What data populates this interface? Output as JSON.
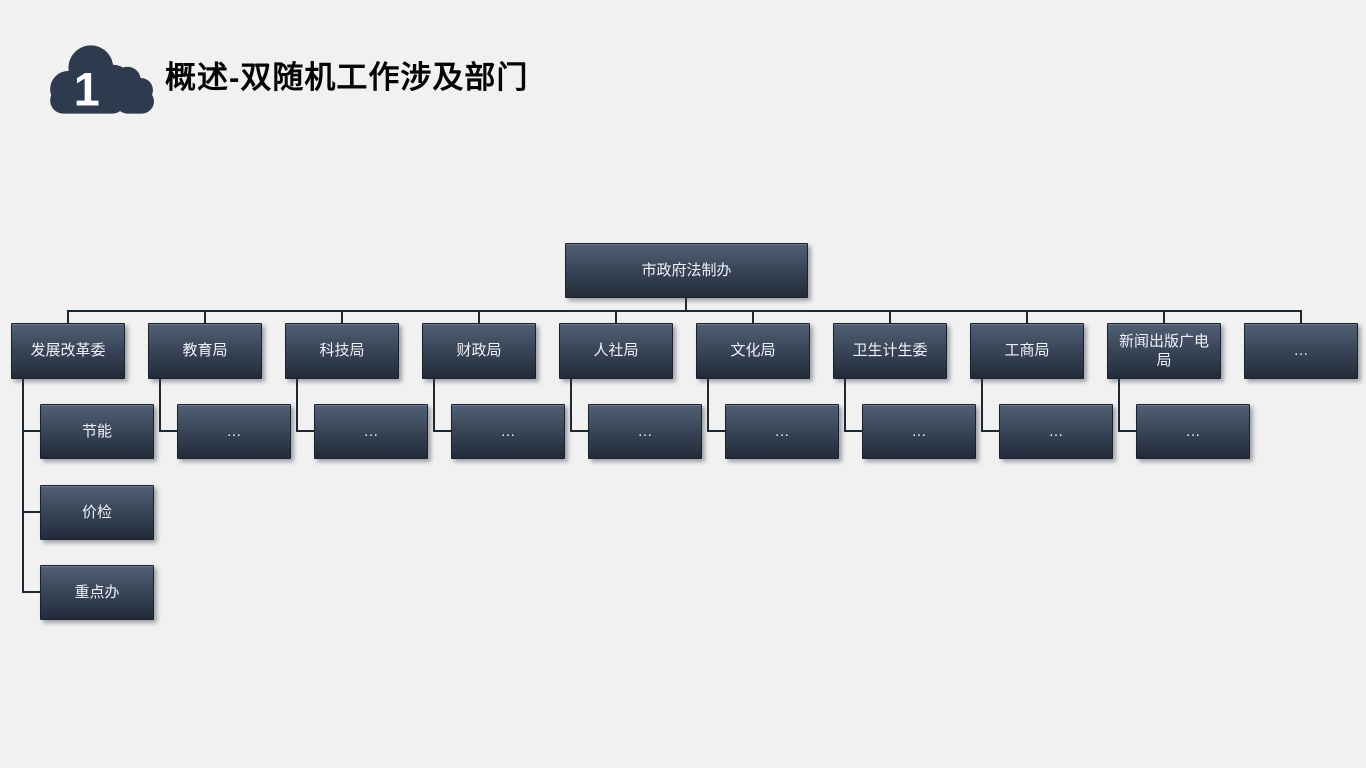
{
  "header": {
    "badge_number": "1",
    "title": "概述-双随机工作涉及部门"
  },
  "org_chart": {
    "root": {
      "label": "市政府法制办"
    },
    "departments": [
      {
        "label": "发展改革委",
        "children": [
          "节能",
          "价检",
          "重点办"
        ]
      },
      {
        "label": "教育局",
        "children": [
          "…"
        ]
      },
      {
        "label": "科技局",
        "children": [
          "…"
        ]
      },
      {
        "label": "财政局",
        "children": [
          "…"
        ]
      },
      {
        "label": "人社局",
        "children": [
          "…"
        ]
      },
      {
        "label": "文化局",
        "children": [
          "…"
        ]
      },
      {
        "label": "卫生计生委",
        "children": [
          "…"
        ]
      },
      {
        "label": "工商局",
        "children": [
          "…"
        ]
      },
      {
        "label": "新闻出版广电局",
        "children": [
          "…"
        ]
      },
      {
        "label": "…",
        "children": []
      }
    ]
  },
  "colors": {
    "background": "#f1f1f2",
    "node_gradient_top": "#516075",
    "node_gradient_bottom": "#222b39",
    "node_text": "#eef2f7",
    "connector": "#1e2833",
    "badge_fill": "#2e3b4e",
    "title_text": "#050505"
  }
}
